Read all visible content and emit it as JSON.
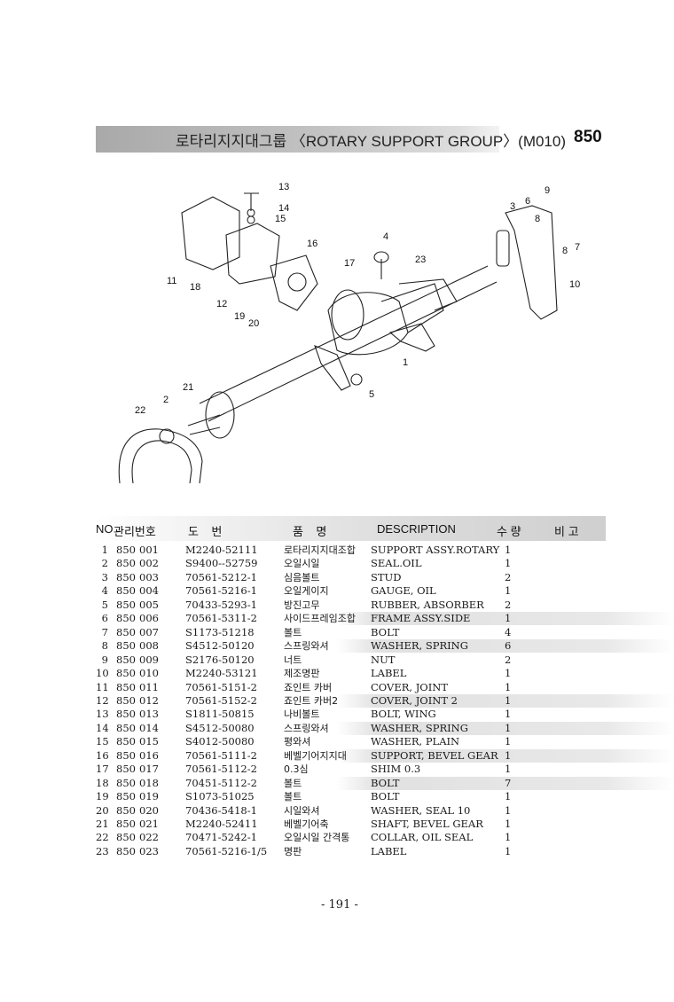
{
  "header": {
    "title": "로타리지지대그룹 〈ROTARY SUPPORT GROUP〉(M010)",
    "page_code": "850"
  },
  "diagram": {
    "callouts": [
      "13",
      "14",
      "15",
      "16",
      "11",
      "18",
      "12",
      "19",
      "20",
      "17",
      "4",
      "23",
      "3",
      "6",
      "8",
      "9",
      "7",
      "8",
      "10",
      "1",
      "5",
      "21",
      "2",
      "22"
    ]
  },
  "table": {
    "headers": {
      "no": "NO",
      "mgmt": "관리번호",
      "part_no": "도    번",
      "name": "품    명",
      "desc": "DESCRIPTION",
      "qty": "수 량",
      "remark": "비 고"
    },
    "rows": [
      {
        "no": "1",
        "grp": "850",
        "mgmt": "001",
        "part": "M2240-52111",
        "kname": "로타리지지대조합",
        "desc": "SUPPORT ASSY.ROTARY",
        "qty": "1"
      },
      {
        "no": "2",
        "grp": "850",
        "mgmt": "002",
        "part": "S9400--52759",
        "kname": "오일시일",
        "desc": "SEAL.OIL",
        "qty": "1"
      },
      {
        "no": "3",
        "grp": "850",
        "mgmt": "003",
        "part": "70561-5212-1",
        "kname": "심음볼트",
        "desc": "STUD",
        "qty": "2"
      },
      {
        "no": "4",
        "grp": "850",
        "mgmt": "004",
        "part": "70561-5216-1",
        "kname": "오일게이지",
        "desc": "GAUGE, OIL",
        "qty": "1"
      },
      {
        "no": "5",
        "grp": "850",
        "mgmt": "005",
        "part": "70433-5293-1",
        "kname": "방진고무",
        "desc": "RUBBER, ABSORBER",
        "qty": "2"
      },
      {
        "no": "6",
        "grp": "850",
        "mgmt": "006",
        "part": "70561-5311-2",
        "kname": "사이드프레임조합",
        "desc": "FRAME ASSY.SIDE",
        "qty": "1"
      },
      {
        "no": "7",
        "grp": "850",
        "mgmt": "007",
        "part": "S1173-51218",
        "kname": "볼트",
        "desc": "BOLT",
        "qty": "4"
      },
      {
        "no": "8",
        "grp": "850",
        "mgmt": "008",
        "part": "S4512-50120",
        "kname": "스프링와셔",
        "desc": "WASHER, SPRING",
        "qty": "6"
      },
      {
        "no": "9",
        "grp": "850",
        "mgmt": "009",
        "part": "S2176-50120",
        "kname": "너트",
        "desc": "NUT",
        "qty": "2"
      },
      {
        "no": "10",
        "grp": "850",
        "mgmt": "010",
        "part": "M2240-53121",
        "kname": "제조명판",
        "desc": "LABEL",
        "qty": "1"
      },
      {
        "no": "11",
        "grp": "850",
        "mgmt": "011",
        "part": "70561-5151-2",
        "kname": "죠인트 카버",
        "desc": "COVER, JOINT",
        "qty": "1"
      },
      {
        "no": "12",
        "grp": "850",
        "mgmt": "012",
        "part": "70561-5152-2",
        "kname": "죠인트 카버2",
        "desc": "COVER, JOINT 2",
        "qty": "1"
      },
      {
        "no": "13",
        "grp": "850",
        "mgmt": "013",
        "part": "S1811-50815",
        "kname": "나비볼트",
        "desc": "BOLT, WING",
        "qty": "1"
      },
      {
        "no": "14",
        "grp": "850",
        "mgmt": "014",
        "part": "S4512-50080",
        "kname": "스프링와셔",
        "desc": "WASHER, SPRING",
        "qty": "1"
      },
      {
        "no": "15",
        "grp": "850",
        "mgmt": "015",
        "part": "S4012-50080",
        "kname": "평와셔",
        "desc": "WASHER, PLAIN",
        "qty": "1"
      },
      {
        "no": "16",
        "grp": "850",
        "mgmt": "016",
        "part": "70561-5111-2",
        "kname": "베벨기어지지대",
        "desc": "SUPPORT, BEVEL GEAR",
        "qty": "1"
      },
      {
        "no": "17",
        "grp": "850",
        "mgmt": "017",
        "part": "70561-5112-2",
        "kname": "0.3심",
        "desc": "SHIM 0.3",
        "qty": "1"
      },
      {
        "no": "18",
        "grp": "850",
        "mgmt": "018",
        "part": "70451-5112-2",
        "kname": "볼트",
        "desc": "BOLT",
        "qty": "7"
      },
      {
        "no": "19",
        "grp": "850",
        "mgmt": "019",
        "part": "S1073-51025",
        "kname": "볼트",
        "desc": "BOLT",
        "qty": "1"
      },
      {
        "no": "20",
        "grp": "850",
        "mgmt": "020",
        "part": "70436-5418-1",
        "kname": "시일와셔",
        "desc": "WASHER, SEAL 10",
        "qty": "1"
      },
      {
        "no": "21",
        "grp": "850",
        "mgmt": "021",
        "part": "M2240-52411",
        "kname": "베벨기어축",
        "desc": "SHAFT, BEVEL GEAR",
        "qty": "1"
      },
      {
        "no": "22",
        "grp": "850",
        "mgmt": "022",
        "part": "70471-5242-1",
        "kname": "오일시일 간격통",
        "desc": "COLLAR, OIL SEAL",
        "qty": "1"
      },
      {
        "no": "23",
        "grp": "850",
        "mgmt": "023",
        "part": "70561-5216-1/5",
        "kname": "명판",
        "desc": "LABEL",
        "qty": "1"
      }
    ]
  },
  "footer": {
    "page_number": "- 191 -"
  }
}
